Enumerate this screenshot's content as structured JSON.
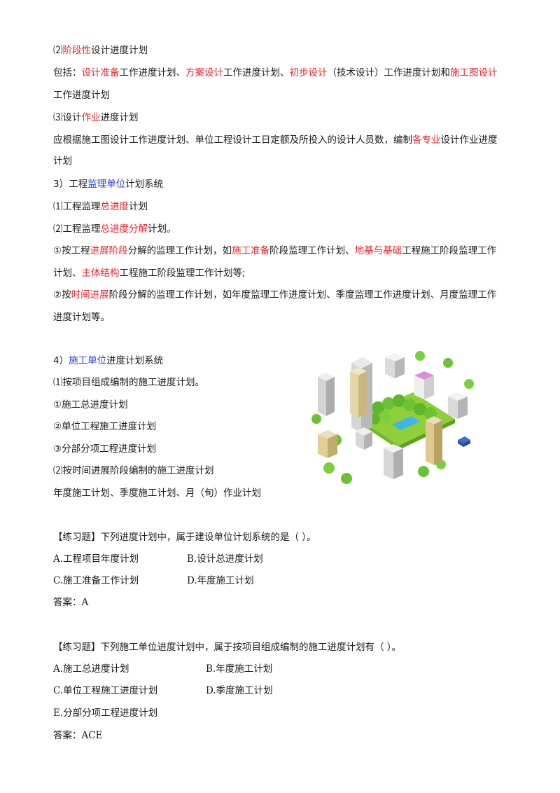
{
  "sec2": {
    "title_prefix": "⑵",
    "title_red": "阶段性",
    "title_rest": "设计进度计划",
    "incl_prefix": "包括：",
    "incl_red1": "设计准备",
    "incl_t1": "工作进度计划、",
    "incl_red2": "方案设计",
    "incl_t2": "工作进度计划、",
    "incl_red3": "初步设计",
    "incl_t3": "（技术设计）工作进度计划和",
    "incl_red4": "施工图设计",
    "incl_line2": "工作进度计划"
  },
  "sec3": {
    "title_prefix": "⑶设计",
    "title_red": "作业",
    "title_rest": "进度计划",
    "body1_a": "应根据施工图设计工作进度计划、单位工程设计工日定额及所投入的设计人员数，编制",
    "body1_red": "各专业",
    "body1_b": "设计作业进度",
    "body2": "计划"
  },
  "sup": {
    "title_a": "3）工程",
    "title_blue": "监理单位",
    "title_b": "计划系统",
    "i1_a": "⑴工程监理",
    "i1_red": "总进度",
    "i1_b": "计划",
    "i2_a": "⑵工程监理",
    "i2_red": "总进度分解",
    "i2_b": "计划。",
    "c1_a": "①按工程",
    "c1_red1": "进展阶段",
    "c1_b": "分解的监理工作计划，如",
    "c1_red2": "施工准备",
    "c1_c": "阶段监理工作计划、",
    "c1_red3": "地基与基础",
    "c1_d": "工程施工阶段监理工作",
    "c1l2_a": "计划、",
    "c1l2_red": "主体结构",
    "c1l2_b": "工程施工阶段监理工作计划等;",
    "c2_a": "②按",
    "c2_red": "时间进展",
    "c2_b": "阶段分解的监理工作计划，如年度监理工作进度计划、季度监理工作进度计划、月度监理工作",
    "c2l2": "进度计划等。"
  },
  "con": {
    "title_a": "4）",
    "title_blue": "施工单位",
    "title_b": "进度计划系统",
    "l1": "⑴按项目组成编制的施工进度计划。",
    "l2": "①施工总进度计划",
    "l3": "②单位工程施工进度计划",
    "l4": "③分部分项工程进度计划",
    "l5": "⑵按时间进展阶段编制的施工进度计划",
    "l6": "年度施工计划、季度施工计划、月（旬）作业计划"
  },
  "q1": {
    "title": "【练习题】下列进度计划中，属于建设单位计划系统的是（    ）。",
    "a": "A.工程项目年度计划",
    "b": "B.设计总进度计划",
    "c": "C.施工准备工作计划",
    "d": "D.年度施工计划",
    "ans": "答案：A"
  },
  "q2": {
    "title": "【练习题】下列施工单位进度计划中，属于按项目组成编制的施工进度计划有（    ）。",
    "a": "A.施工总进度计划",
    "b": "B.年度施工计划",
    "c": "C.单位工程施工进度计划",
    "d": "D.季度施工计划",
    "e": "E.分部分项工程进度计划",
    "ans": "答案：ACE"
  },
  "colors": {
    "red": "#e8262c",
    "blue": "#2b3fd6",
    "text": "#1a1a1a"
  },
  "illustration": {
    "icon": "isometric-city-illustration"
  }
}
